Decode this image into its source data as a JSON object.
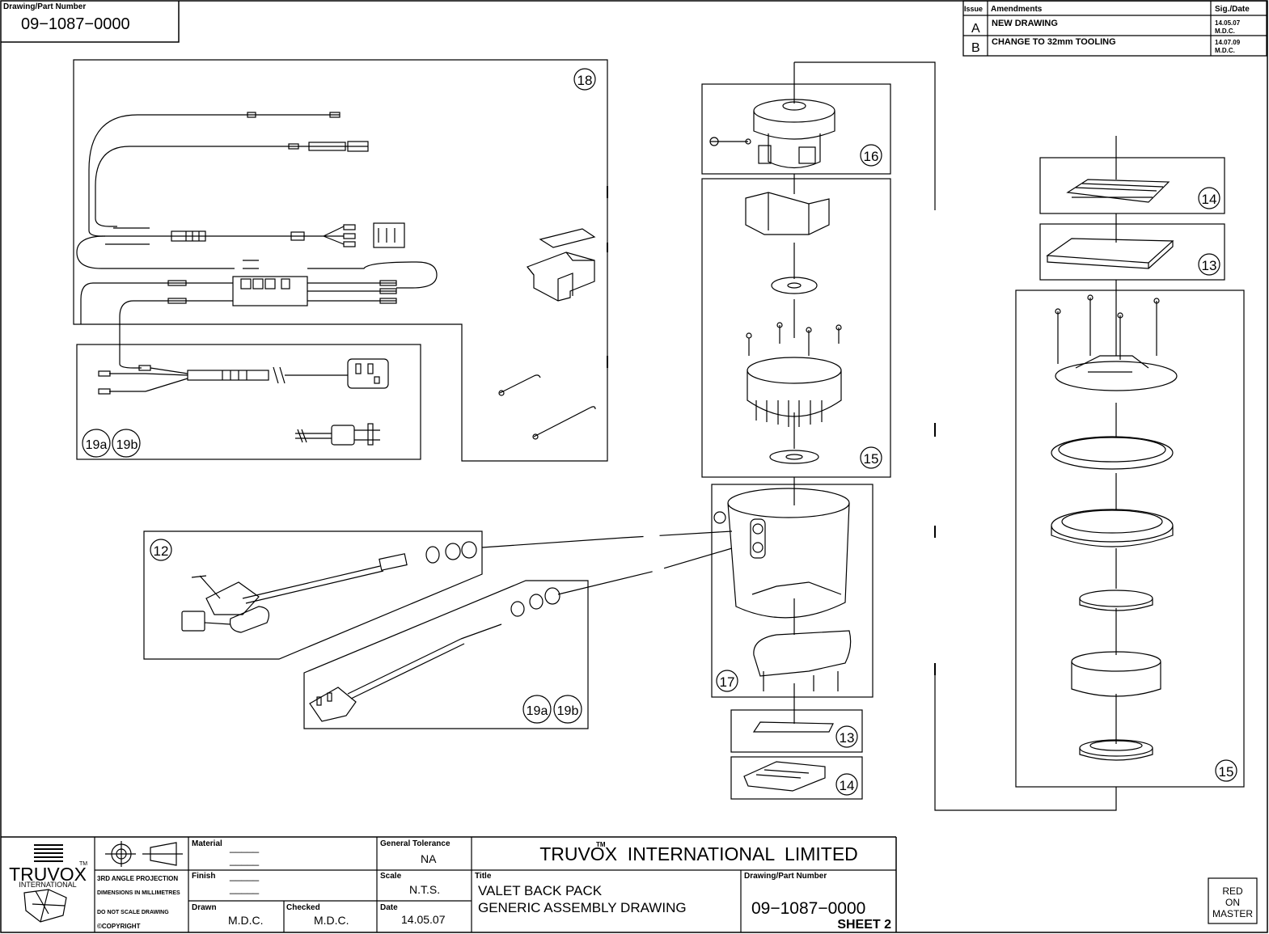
{
  "drawing_number_box": {
    "label": "Drawing/Part Number",
    "value": "09−1087−0000"
  },
  "revisions": {
    "headers": {
      "issue": "Issue",
      "amendments": "Amendments",
      "sig_date": "Sig./Date"
    },
    "rows": [
      {
        "issue": "A",
        "amendment": "NEW DRAWING",
        "date": "14.05.07",
        "sig": "M.D.C."
      },
      {
        "issue": "B",
        "amendment": "CHANGE TO 32mm TOOLING",
        "date": "14.07.09",
        "sig": "M.D.C."
      }
    ]
  },
  "callouts": {
    "c18": "18",
    "c19a_top": "19a",
    "c19b_top": "19b",
    "c16": "16",
    "c15_mid": "15",
    "c14_right": "14",
    "c13_right": "13",
    "c15_right": "15",
    "c12": "12",
    "c19a_bot": "19a",
    "c19b_bot": "19b",
    "c17": "17",
    "c13_bot": "13",
    "c14_bot": "14"
  },
  "title_block": {
    "logo_line1": "TRUVOX",
    "logo_line2": "INTERNATIONAL",
    "logo_tm": "TM",
    "projection": "3RD ANGLE PROJECTION",
    "dimensions": "DIMENSIONS IN MILLIMETRES",
    "do_not_scale": "DO NOT SCALE DRAWING",
    "copyright": "©COPYRIGHT",
    "material_label": "Material",
    "material_value1": "_____",
    "material_value2": "_____",
    "finish_label": "Finish",
    "finish_value1": "_____",
    "finish_value2": "_____",
    "drawn_label": "Drawn",
    "drawn_value": "M.D.C.",
    "checked_label": "Checked",
    "checked_value": "M.D.C.",
    "tolerance_label": "General Tolerance",
    "tolerance_value": "NA",
    "scale_label": "Scale",
    "scale_value": "N.T.S.",
    "date_label": "Date",
    "date_value": "14.05.07",
    "company": "TRUVOX  INTERNATIONAL  LIMITED",
    "company_tm": "TM",
    "title_label": "Title",
    "title_line1": "VALET BACK PACK",
    "title_line2": "GENERIC ASSEMBLY DRAWING",
    "dwg_label": "Drawing/Part Number",
    "dwg_value": "09−1087−0000",
    "sheet": "SHEET 2",
    "red_line1": "RED",
    "red_line2": "ON",
    "red_line3": "MASTER"
  }
}
